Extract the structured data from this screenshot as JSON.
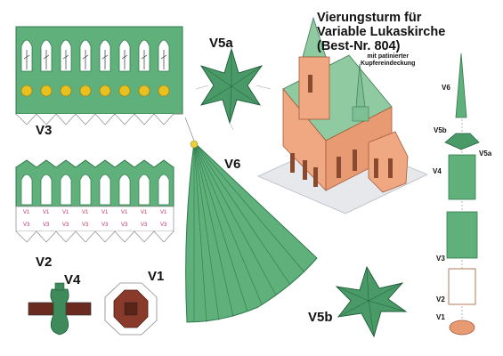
{
  "sheet": {
    "title_lines": [
      "Vierungsturm für",
      "Variable Lukaskirche",
      "(Best-Nr. 804)"
    ],
    "note_lines": [
      "mit patinierter",
      "Kupfereindeckung"
    ],
    "colors": {
      "copper_green": "#5fb07a",
      "dark_green": "#2e7a4c",
      "gothic_orange": "#e8a07a",
      "wood_red": "#8a3a2a",
      "gold": "#e8c020"
    }
  },
  "parts": {
    "v1": "V1",
    "v2": "V2",
    "v3": "V3",
    "v4": "V4",
    "v5a": "V5a",
    "v5b": "V5b",
    "v6": "V6"
  },
  "assembly": {
    "v6": "V6",
    "v5b": "V5b",
    "v5a": "V5a",
    "v4": "V4",
    "v3": "V3",
    "v2": "V2",
    "v1": "V1"
  },
  "tabs": [
    "V1",
    "V1",
    "V1",
    "V1",
    "V1",
    "V1",
    "V1",
    "V1",
    "V3",
    "V3",
    "V3",
    "V3",
    "V3",
    "V3",
    "V3",
    "V3"
  ]
}
